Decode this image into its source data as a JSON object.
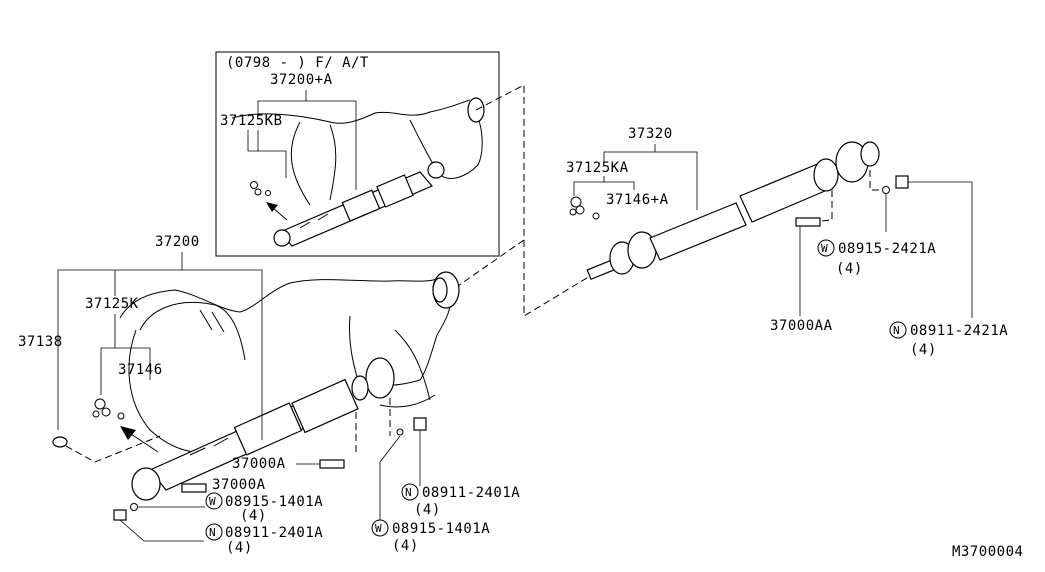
{
  "inset": {
    "header": "(0798 -      ) F/ A/T",
    "callouts": {
      "shaft_assy": "37200+A",
      "joint_kit": "37125KB"
    }
  },
  "front": {
    "callouts": {
      "shaft_assy": "37200",
      "joint_kit": "37125K",
      "plug": "37138",
      "snap_ring": "37146",
      "bolt_a": "37000A",
      "bolt_b": "37000A",
      "washer_left": "08915-1401A",
      "washer_left_qty": "(4)",
      "nut_left": "08911-2401A",
      "nut_left_qty": "(4)",
      "nut_right": "08911-2401A",
      "nut_right_qty": "(4)",
      "washer_right": "08915-1401A",
      "washer_right_qty": "(4)"
    }
  },
  "rear": {
    "callouts": {
      "shaft_assy": "37320",
      "joint_kit": "37125KA",
      "snap_ring": "37146+A",
      "washer": "08915-2421A",
      "washer_qty": "(4)",
      "bolt": "37000AA",
      "nut": "08911-2421A",
      "nut_qty": "(4)"
    }
  },
  "symbols": {
    "washer": "W",
    "nut": "N"
  },
  "figure_code": "M3700004"
}
